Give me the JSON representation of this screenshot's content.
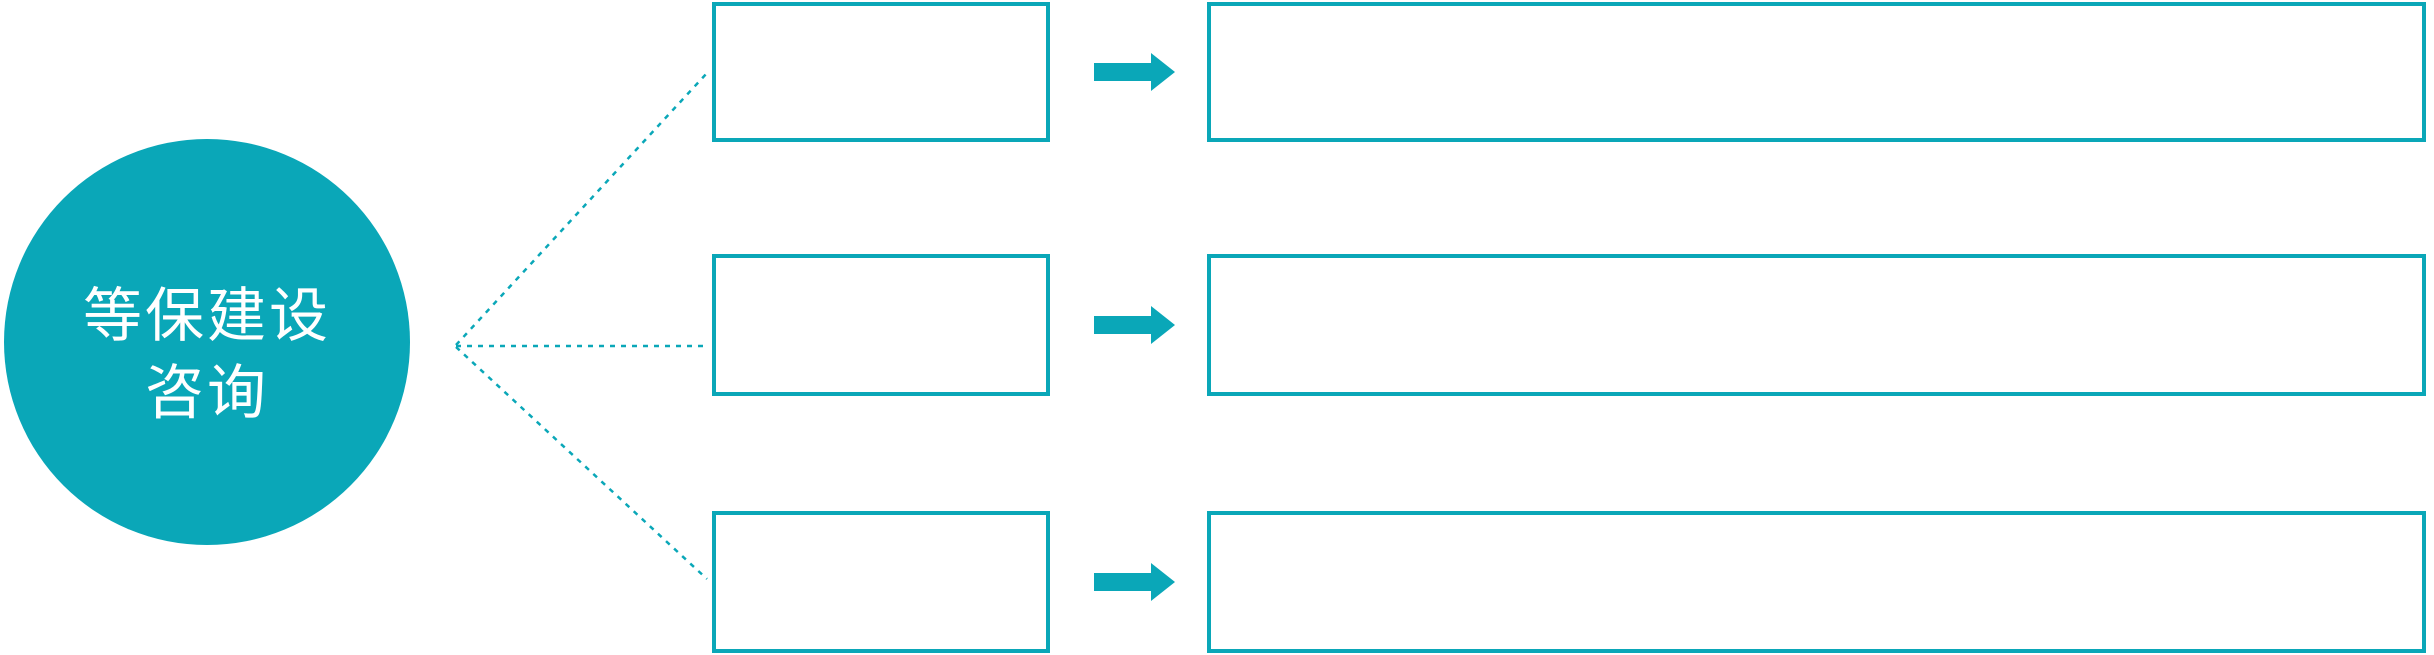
{
  "diagram": {
    "hub": {
      "label_line1": "等保建设",
      "label_line2": "咨询"
    },
    "rows": [
      {
        "name": "row-1",
        "small_box_text": "",
        "detail_box_text": ""
      },
      {
        "name": "row-2",
        "small_box_text": "",
        "detail_box_text": ""
      },
      {
        "name": "row-3",
        "small_box_text": "",
        "detail_box_text": ""
      }
    ],
    "icons": {
      "arrow_right": "➜",
      "connector_style": "dotted-line"
    }
  },
  "colors": {
    "accent": "#0AA7B8",
    "background": "#FFFFFF",
    "box_fill": "#FFFFFF",
    "hub_text": "#FFFFFF"
  }
}
